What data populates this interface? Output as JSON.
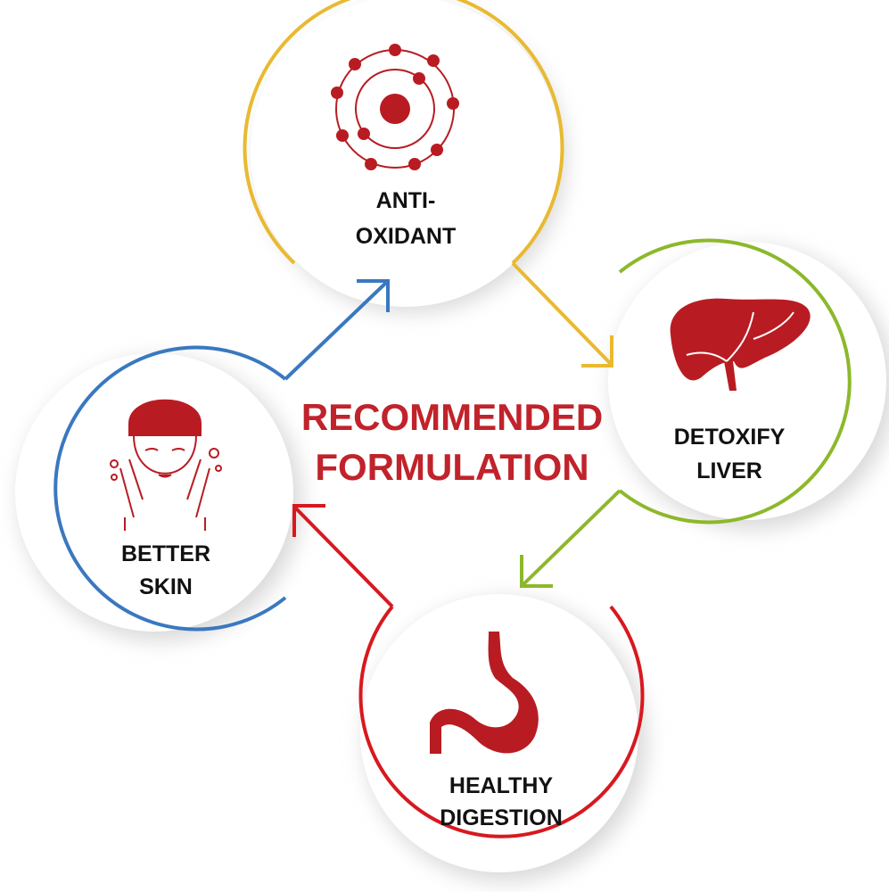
{
  "title": {
    "line1": "RECOMMENDED",
    "line2": "FORMULATION"
  },
  "nodes": [
    {
      "id": "antioxidant",
      "line1": "ANTI-",
      "line2": "OXIDANT",
      "color": "#e9b930",
      "icon": "atom-icon"
    },
    {
      "id": "liver",
      "line1": "DETOXIFY",
      "line2": "LIVER",
      "color": "#8cb82b",
      "icon": "liver-icon"
    },
    {
      "id": "digestion",
      "line1": "HEALTHY",
      "line2": "DIGESTION",
      "color": "#d7191f",
      "icon": "stomach-icon"
    },
    {
      "id": "skin",
      "line1": "BETTER",
      "line2": "SKIN",
      "color": "#3a78c0",
      "icon": "face-wash-icon"
    }
  ],
  "icon_color": "#b81c22"
}
